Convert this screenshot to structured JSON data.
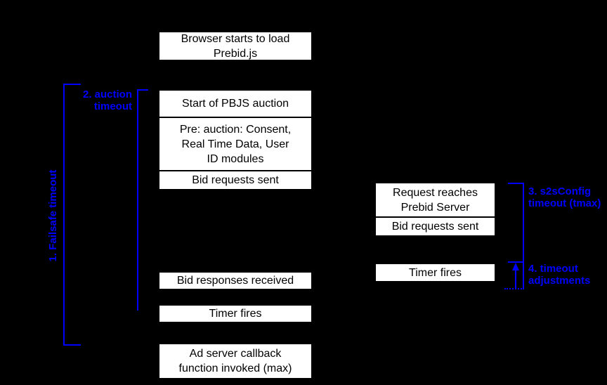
{
  "colors": {
    "background": "#000000",
    "box_fill": "#ffffff",
    "box_border": "#000000",
    "box_text": "#000000",
    "annotation_blue": "#0000ff"
  },
  "client_column": {
    "browser_load": "Browser starts to load\nPrebid.js",
    "auction_stack": [
      "Start of PBJS auction",
      "Pre: auction: Consent,\nReal Time Data, User\nID modules",
      "Bid requests sent"
    ],
    "bid_responses": "Bid responses received",
    "timer_fires": "Timer fires",
    "ad_server_callback": "Ad server callback\nfunction invoked (max)"
  },
  "server_column": {
    "server_stack": [
      "Request reaches\nPrebid Server",
      "Bid requests sent"
    ],
    "timer_fires": "Timer fires"
  },
  "annotations": {
    "failsafe_timeout": "1. Failsafe timeout",
    "auction_timeout": "2. auction\ntimeout",
    "s2s_timeout": "3. s2sConfig\ntimeout (tmax)",
    "timeout_adjustments": "4. timeout\nadjustments"
  }
}
